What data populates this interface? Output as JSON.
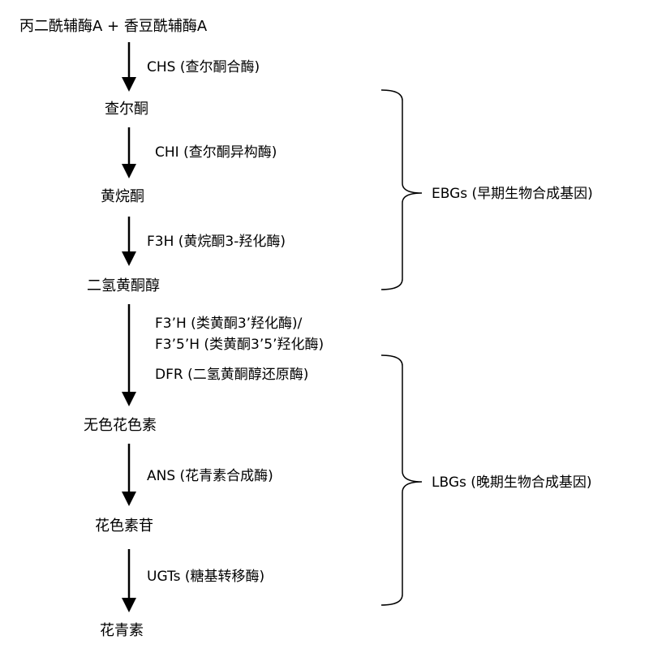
{
  "compounds": {
    "substrates": "丙二酰辅酶A + 香豆酰辅酶A",
    "chalcone": "查尔酮",
    "flavanone": "黄烷酮",
    "dihydroflavonol": "二氢黄酮醇",
    "leucoanthocyanidin": "无色花色素",
    "anthocyanidin_glycoside": "花色素苷",
    "anthocyanin": "花青素"
  },
  "enzymes": {
    "chs": "CHS  (查尔酮合酶)",
    "chi": "CHI (查尔酮异构酶)",
    "f3h": "F3H (黄烷酮3-羟化酶)",
    "f3ph": "F3’H (类黄酮3’羟化酶)/",
    "f35h": "F3’5’H (类黄酮3’5’羟化酶)",
    "dfr": "DFR (二氢黄酮醇还原酶)",
    "ans": "ANS (花青素合成酶)",
    "ugts": "UGTs (糖基转移酶)"
  },
  "gene_groups": {
    "ebgs": "EBGs (早期生物合成基因)",
    "lbgs": "LBGs (晚期生物合成基因)"
  }
}
